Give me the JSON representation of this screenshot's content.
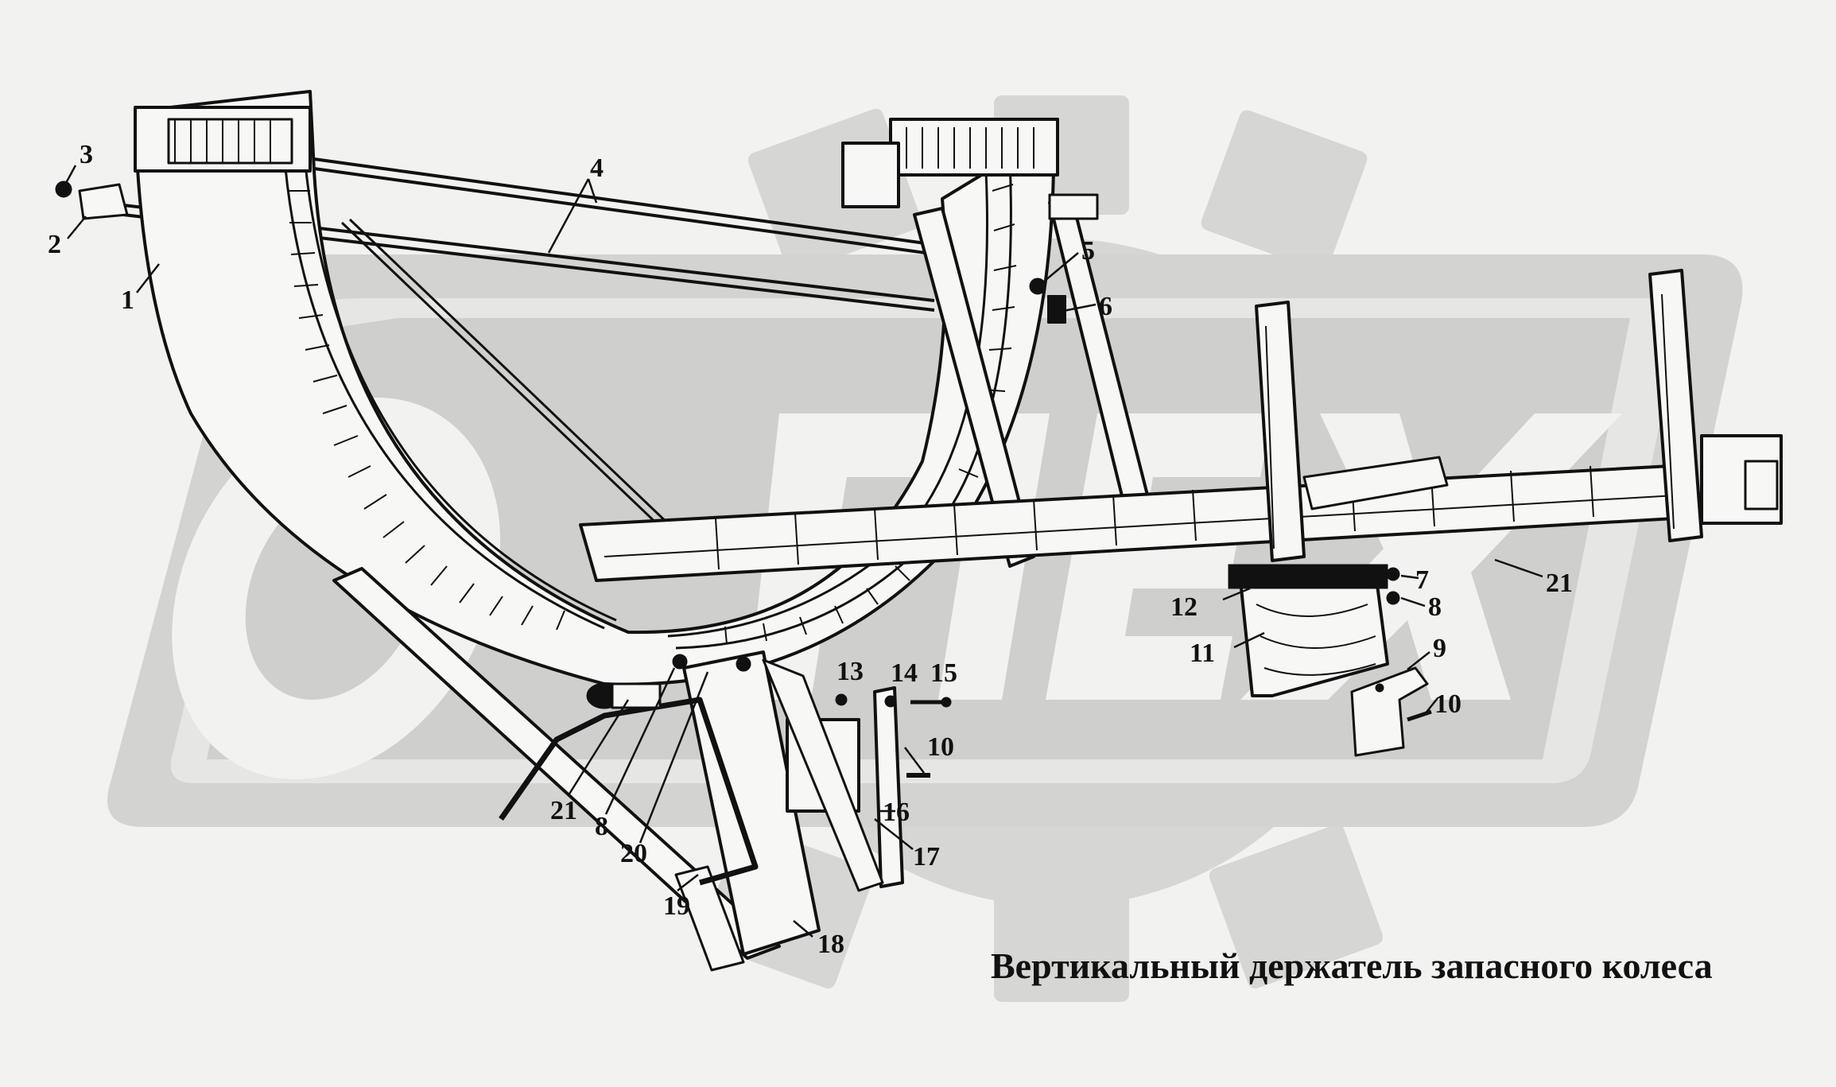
{
  "title": "Вертикальный держатель запасного колеса",
  "watermark": {
    "text": "ОРЕХ",
    "color": "#cfcfcd"
  },
  "colors": {
    "background": "#f2f2f0",
    "ink": "#111111",
    "metal_fill": "#f7f7f5"
  },
  "callouts": [
    {
      "id": "c3",
      "label": "3"
    },
    {
      "id": "c2",
      "label": "2"
    },
    {
      "id": "c1",
      "label": "1"
    },
    {
      "id": "c4",
      "label": "4"
    },
    {
      "id": "c5",
      "label": "5"
    },
    {
      "id": "c6",
      "label": "6"
    },
    {
      "id": "c7",
      "label": "7"
    },
    {
      "id": "c8a",
      "label": "8"
    },
    {
      "id": "c12",
      "label": "12"
    },
    {
      "id": "c21a",
      "label": "21"
    },
    {
      "id": "c11",
      "label": "11"
    },
    {
      "id": "c9",
      "label": "9"
    },
    {
      "id": "c10a",
      "label": "10"
    },
    {
      "id": "c13",
      "label": "13"
    },
    {
      "id": "c14",
      "label": "14"
    },
    {
      "id": "c15",
      "label": "15"
    },
    {
      "id": "c10b",
      "label": "10"
    },
    {
      "id": "c16",
      "label": "16"
    },
    {
      "id": "c17",
      "label": "17"
    },
    {
      "id": "c18",
      "label": "18"
    },
    {
      "id": "c19",
      "label": "19"
    },
    {
      "id": "c20",
      "label": "20"
    },
    {
      "id": "c8b",
      "label": "8"
    },
    {
      "id": "c21b",
      "label": "21"
    }
  ]
}
